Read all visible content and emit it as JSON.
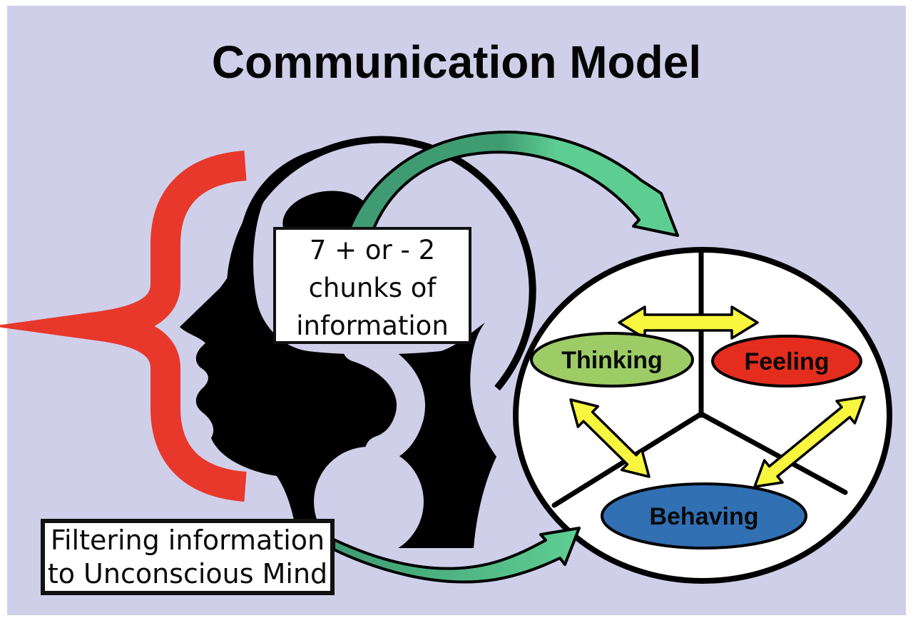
{
  "title": "Communication Model",
  "memory_note": {
    "lines": [
      "7 + or  -  2",
      "chunks of",
      "information"
    ]
  },
  "filter_note": {
    "lines": [
      "Filtering information",
      "to Unconscious Mind"
    ]
  },
  "mind_wheel": {
    "segments": [
      {
        "label": "Thinking"
      },
      {
        "label": "Feeling"
      },
      {
        "label": "Behaving"
      }
    ]
  },
  "colors": {
    "background": "#cfcfea",
    "frame": "#ffffff",
    "brace_red": "#e8382b",
    "head_black": "#000000",
    "arrow_green_dark": "#3f9b72",
    "arrow_green_light": "#5ecd92",
    "arrow_yellow": "#f8f63e",
    "thinking_green": "#9dcc67",
    "feeling_red": "#e52d1e",
    "behaving_blue": "#3070b3",
    "wheel_white": "#ffffff"
  }
}
